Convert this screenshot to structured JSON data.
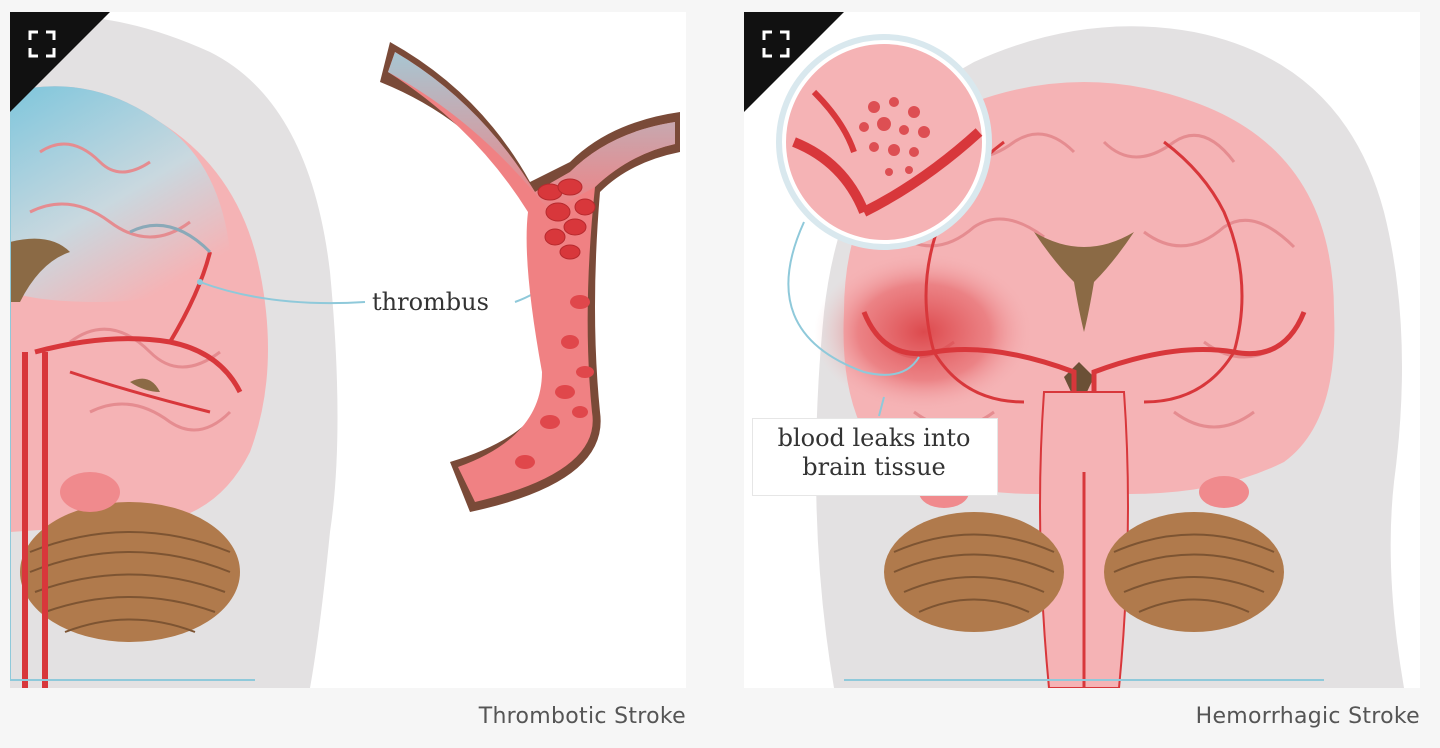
{
  "panels": [
    {
      "caption": "Thrombotic Stroke",
      "label": "thrombus",
      "expand_icon": "expand-icon"
    },
    {
      "caption": "Hemorrhagic Stroke",
      "label_line1": "blood leaks into",
      "label_line2": "brain tissue",
      "expand_icon": "expand-icon"
    }
  ],
  "colors": {
    "page_bg": "#f6f6f6",
    "head_silhouette": "#e3e1e2",
    "brain_pink": "#f5b3b5",
    "brain_light": "#fbd3d4",
    "artery_red": "#d8373b",
    "ischemic_blue": "#7fc6dc",
    "cerebellum_brown": "#b07a4c",
    "callout_line": "#8fc9da"
  }
}
